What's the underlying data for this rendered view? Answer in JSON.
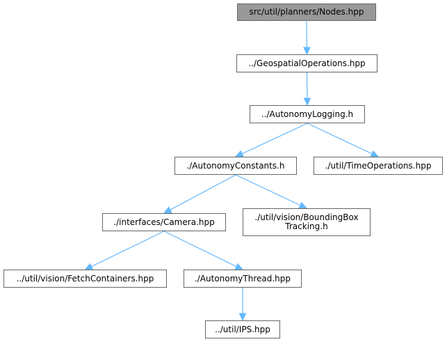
{
  "colors": {
    "edge": "#63b8ff",
    "node_border": "#666666",
    "root_fill": "#999999",
    "node_fill": "#ffffff"
  },
  "nodes": {
    "nodes_hpp": "src/util/planners/Nodes.hpp",
    "geospatial_operations": "../GeospatialOperations.hpp",
    "autonomy_logging": "../AutonomyLogging.h",
    "autonomy_constants": "./AutonomyConstants.h",
    "time_operations": "./util/TimeOperations.hpp",
    "camera": "./interfaces/Camera.hpp",
    "bounding_box_tracking": "./util/vision/BoundingBox\nTracking.h",
    "fetch_containers": "../util/vision/FetchContainers.hpp",
    "autonomy_thread": "./AutonomyThread.hpp",
    "ips": "../util/IPS.hpp"
  },
  "edges": [
    [
      "nodes_hpp",
      "geospatial_operations"
    ],
    [
      "geospatial_operations",
      "autonomy_logging"
    ],
    [
      "autonomy_logging",
      "autonomy_constants"
    ],
    [
      "autonomy_logging",
      "time_operations"
    ],
    [
      "autonomy_constants",
      "camera"
    ],
    [
      "autonomy_constants",
      "bounding_box_tracking"
    ],
    [
      "camera",
      "fetch_containers"
    ],
    [
      "camera",
      "autonomy_thread"
    ],
    [
      "autonomy_thread",
      "ips"
    ]
  ]
}
